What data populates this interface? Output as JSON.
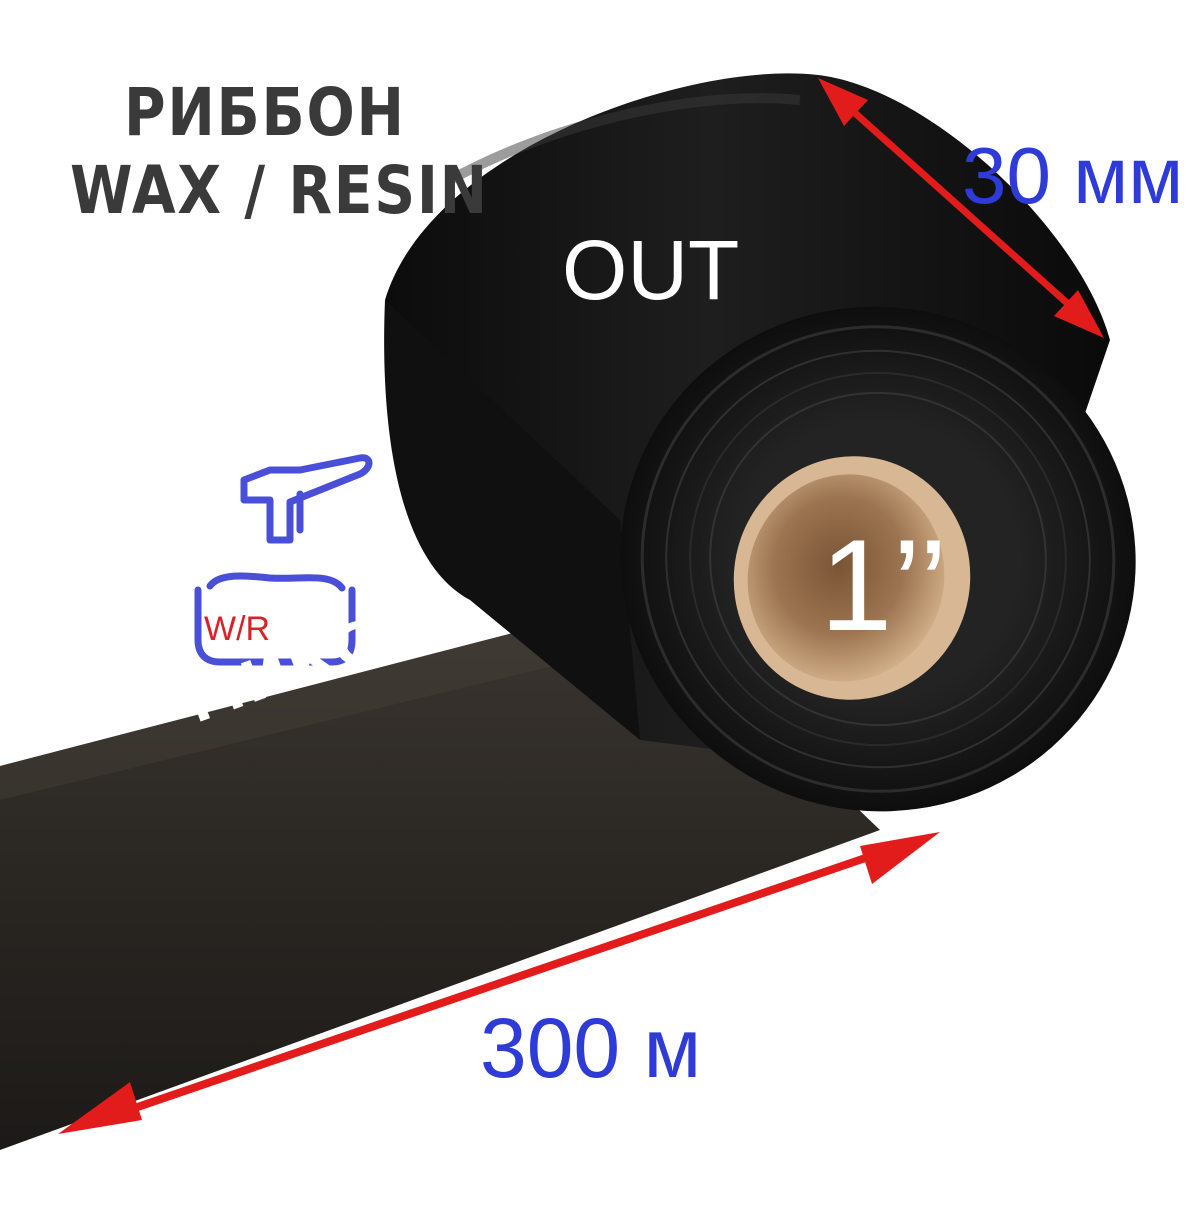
{
  "product": {
    "title_line1": "РИББОН",
    "title_line2": "WAX / RESIN",
    "width": "30 мм",
    "length": "300 м",
    "winding_side": "OUT",
    "core_diameter": "1’’",
    "ink_type_badge": "W/R",
    "ink_type_label": "МИКС"
  },
  "colors": {
    "dimension_text": "#2f3bd6",
    "arrow": "#e21b1b",
    "ribbon": "#141414",
    "core": "#c9a27a",
    "badge_outline": "#4a4fd8",
    "badge_text": "#d8222a",
    "title_text": "#3a3a3a"
  },
  "icons": [
    "ribbon-roll-image",
    "wax-resin-melt-icon",
    "double-arrow-icon"
  ]
}
